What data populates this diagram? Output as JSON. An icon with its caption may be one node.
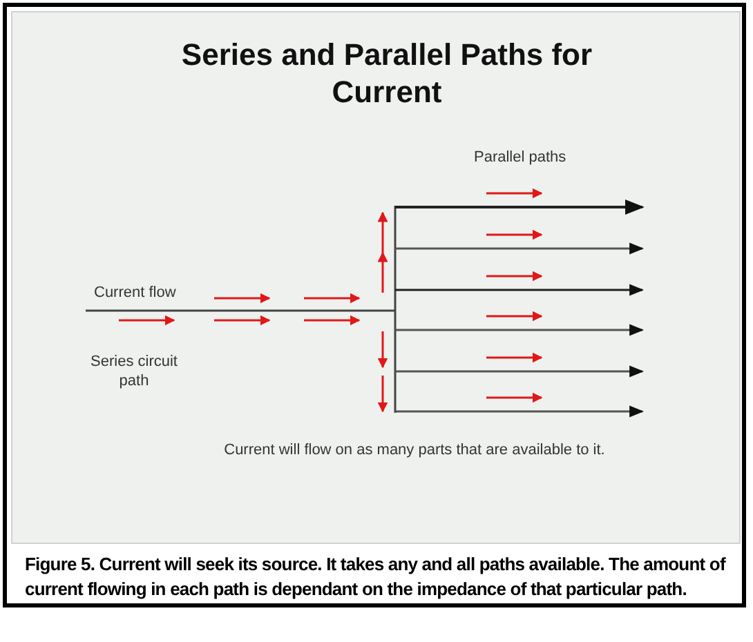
{
  "diagram": {
    "title": "Series and Parallel Paths for Current",
    "caption": "Figure 5. Current will seek its source. It takes any and all paths available. The amount of current flowing in each path is dependant on the impedance of that particular path.",
    "labels": [
      "Parallel paths",
      "Current flow",
      "Series circuit path",
      "Current will flow on as many parts that are available to it."
    ]
  }
}
